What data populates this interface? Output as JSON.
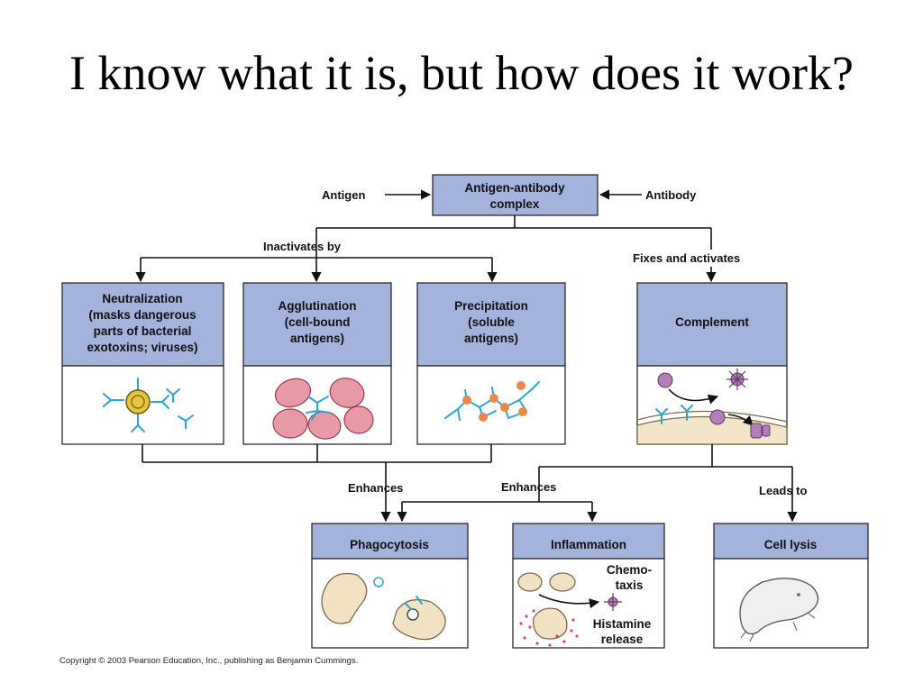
{
  "title": "I know what it is, but how does it work?",
  "nodes": {
    "complex": [
      "Antigen-antibody",
      "complex"
    ],
    "neutralization": [
      "Neutralization",
      "(masks dangerous",
      "parts of bacterial",
      "exotoxins; viruses)"
    ],
    "agglutination": [
      "Agglutination",
      "(cell-bound",
      "antigens)"
    ],
    "precipitation": [
      "Precipitation",
      "(soluble",
      "antigens)"
    ],
    "complement": [
      "Complement"
    ],
    "phagocytosis": [
      "Phagocytosis"
    ],
    "inflammation": [
      "Inflammation"
    ],
    "cell_lysis": [
      "Cell lysis"
    ]
  },
  "edge_labels": {
    "antigen": "Antigen",
    "antibody": "Antibody",
    "inactivates_by": "Inactivates by",
    "fixes_and_activates": "Fixes and activates",
    "enhances_left": "Enhances",
    "enhances_right": "Enhances",
    "leads_to": "Leads to"
  },
  "annotations": {
    "chemotaxis": [
      "Chemo-",
      "taxis"
    ],
    "histamine": [
      "Histamine",
      "release"
    ]
  },
  "copyright": "Copyright © 2003 Pearson Education, Inc., publishing as Benjamin Cummings.",
  "colors": {
    "header_fill": "#a3b3dc",
    "antibody": "#2aa6d6",
    "antigen_dot": "#e8894a",
    "complement": "#b37fb8",
    "rbc": "#e79aa6"
  }
}
